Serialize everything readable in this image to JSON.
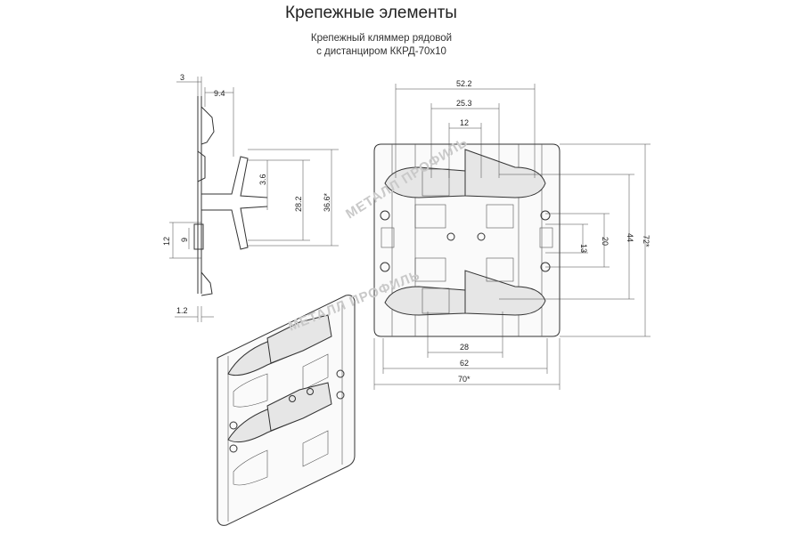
{
  "header": {
    "title": "Крепежные элементы",
    "subtitle_line1": "Крепежный кляммер рядовой",
    "subtitle_line2": "с дистанциром ККРД-70х10"
  },
  "watermark": {
    "text": "МЕТАЛЛ ПРОФИЛЬ"
  },
  "side_view": {
    "dims": {
      "d3": "3",
      "d9_4": "9.4",
      "d3_6": "3.6",
      "d28_2": "28.2",
      "d36_6": "36.6*",
      "d12": "12",
      "d9": "9",
      "d1_2": "1.2"
    }
  },
  "front_view": {
    "dims": {
      "d52_2": "52.2",
      "d25_3": "25.3",
      "d12": "12",
      "d28": "28",
      "d62": "62",
      "d70": "70*",
      "d13": "13",
      "d20": "20",
      "d44": "44",
      "d72": "72*"
    }
  },
  "colors": {
    "line": "#333333",
    "watermark": "#c9c9c9",
    "background": "#ffffff"
  }
}
